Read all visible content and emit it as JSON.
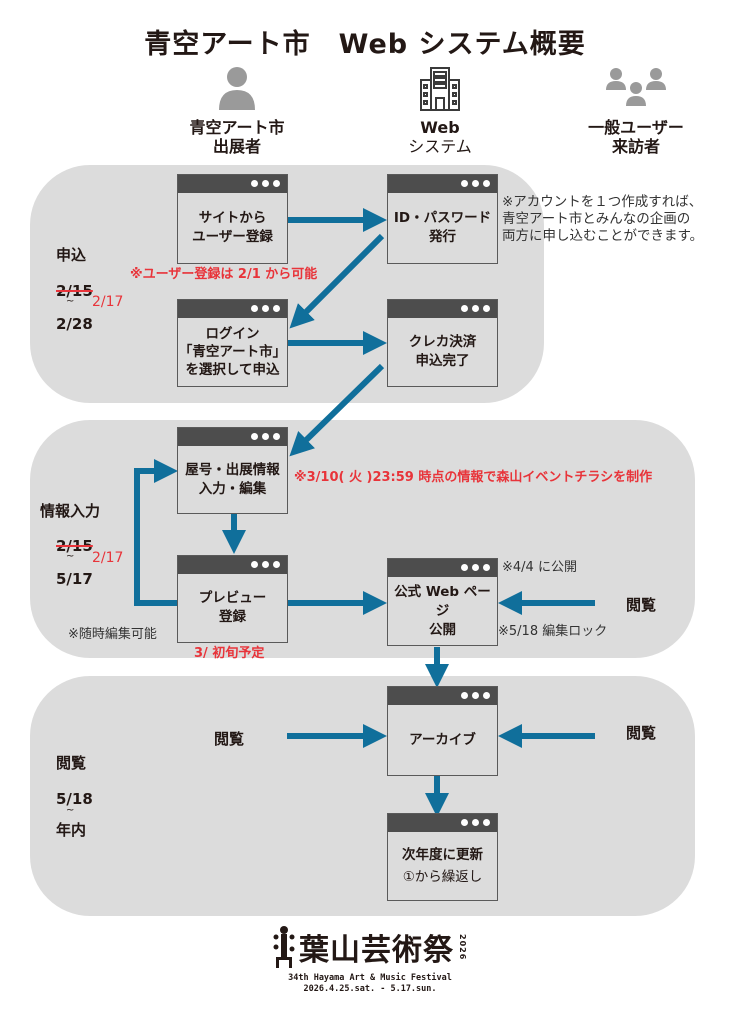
{
  "title": "青空アート市　Web システム概要",
  "actors": [
    {
      "icon": "person-icon",
      "label_line1": "青空アート市",
      "label_line2": "出展者"
    },
    {
      "icon": "building-icon",
      "label_line1": "Web",
      "label_line2": "システム"
    },
    {
      "icon": "group-icon",
      "label_line1": "一般ユーザー",
      "label_line2": "来訪者"
    }
  ],
  "colors": {
    "arrow": "#106f9b",
    "panel": "#dcdcdc",
    "window_bar": "#4d4d4d",
    "red_note": "#e8343a"
  },
  "phases": [
    {
      "label": "申込",
      "date_struck": "2/15",
      "date_new": "2/17",
      "tilde": "~",
      "date_end": "2/28",
      "boxes": [
        {
          "line1": "サイトから",
          "line2": "ユーザー登録"
        },
        {
          "line1": "ID・パスワード",
          "line2": "発行"
        },
        {
          "line1": "ログイン",
          "line2": "「青空アート市」",
          "line3": "を選択して申込"
        },
        {
          "line1": "クレカ決済",
          "line2": "申込完了"
        }
      ],
      "red_note": "※ユーザー登録は 2/1 から可能",
      "side_note": [
        "※アカウントを１つ作成すれば、",
        "青空アート市とみんなの企画の",
        "両方に申し込むことができます。"
      ]
    },
    {
      "label": "情報入力",
      "date_struck": "2/15",
      "date_new": "2/17",
      "tilde": "~",
      "date_end": "5/17",
      "boxes": [
        {
          "line1": "屋号・出展情報",
          "line2": "入力・編集"
        },
        {
          "line1": "プレビュー",
          "line2": "登録"
        },
        {
          "line1": "公式 Web ページ",
          "line2": "公開"
        }
      ],
      "red_note": "※3/10( 火 )23:59 時点の情報で森山イベントチラシを制作",
      "preview_note": "3/ 初旬予定",
      "edit_note": "※随時編集可能",
      "publish_note": "※4/4 に公開",
      "lock_note": "※5/18 編集ロック",
      "view_label": "閲覧"
    },
    {
      "label": "閲覧",
      "date_start": "5/18",
      "tilde": "~",
      "date_end": "年内",
      "boxes": [
        {
          "line1": "アーカイブ"
        },
        {
          "line1": "次年度に更新",
          "line2": "①から繰返し"
        }
      ],
      "view_left": "閲覧",
      "view_right": "閲覧"
    }
  ],
  "footer": {
    "logo": "葉山芸術祭",
    "logo_side": "2026",
    "subtitle": "34th Hayama Art & Music Festival",
    "dates": "2026.4.25.sat. - 5.17.sun."
  }
}
